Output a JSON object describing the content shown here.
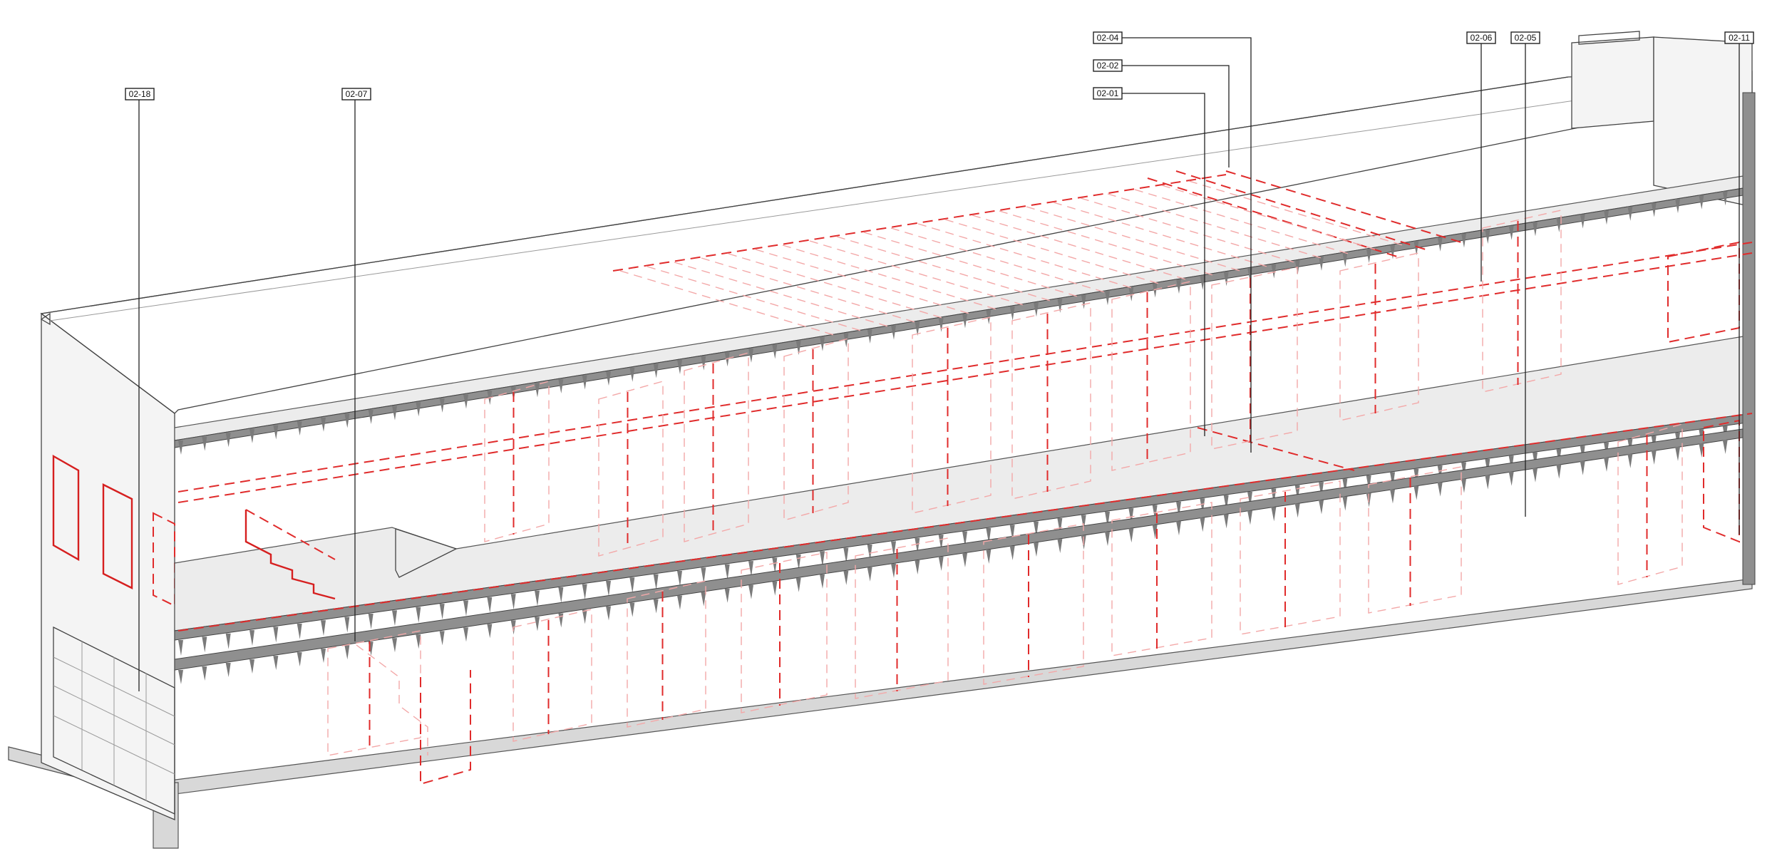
{
  "drawing": {
    "tags": [
      {
        "id": "tag-02-18",
        "label": "02-18"
      },
      {
        "id": "tag-02-07",
        "label": "02-07"
      },
      {
        "id": "tag-02-04",
        "label": "02-04"
      },
      {
        "id": "tag-02-02",
        "label": "02-02"
      },
      {
        "id": "tag-02-01",
        "label": "02-01"
      },
      {
        "id": "tag-02-06",
        "label": "02-06"
      },
      {
        "id": "tag-02-05",
        "label": "02-05"
      },
      {
        "id": "tag-02-11",
        "label": "02-11"
      }
    ],
    "colors": {
      "existing": "#444444",
      "demolition": "#e02b2b",
      "slab": "#ececec"
    }
  }
}
